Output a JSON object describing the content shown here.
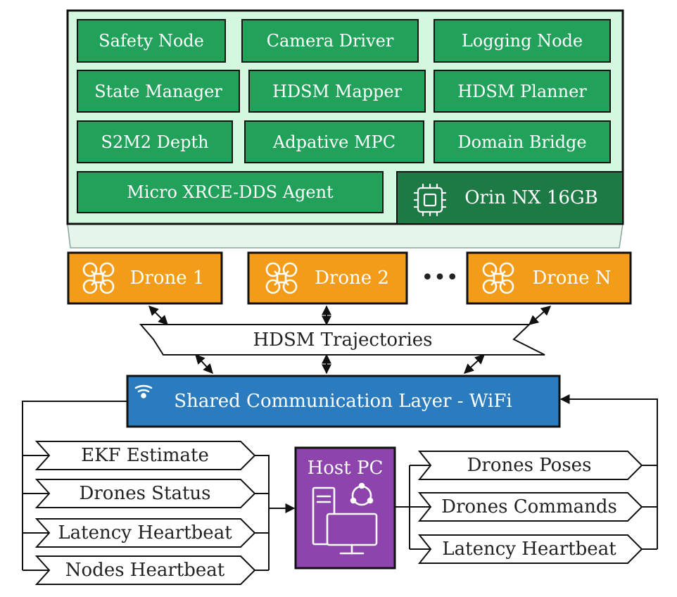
{
  "onboard": {
    "nodes": [
      "Safety Node",
      "Camera Driver",
      "Logging Node",
      "State Manager",
      "HDSM Mapper",
      "HDSM Planner",
      "S2M2 Depth",
      "Adpative MPC",
      "Domain Bridge",
      "Micro XRCE-DDS Agent"
    ],
    "hardware": "Orin NX 16GB",
    "hardware_icon": "chip-icon"
  },
  "drones": [
    {
      "label": "Drone 1",
      "icon": "drone-icon"
    },
    {
      "label": "Drone 2",
      "icon": "drone-icon"
    },
    {
      "label": "Drone N",
      "icon": "drone-icon"
    }
  ],
  "ellipsis": "•••",
  "trajectories_label": "HDSM Trajectories",
  "comm_layer": {
    "label": "Shared Communication Layer - WiFi",
    "icon": "wifi-icon"
  },
  "host_pc": {
    "label": "Host PC",
    "icon": "computer-icon"
  },
  "inbound_messages": [
    "EKF Estimate",
    "Drones Status",
    "Latency Heartbeat",
    "Nodes Heartbeat"
  ],
  "outbound_messages": [
    "Drones Poses",
    "Drones Commands",
    "Latency Heartbeat"
  ],
  "colors": {
    "panel_bg": "#d4f7e0",
    "node_green": "#22a15a",
    "orin_green": "#1d7a45",
    "drone_orange": "#f39c1a",
    "comm_blue": "#2b7bbf",
    "host_purple": "#8e44ad"
  }
}
